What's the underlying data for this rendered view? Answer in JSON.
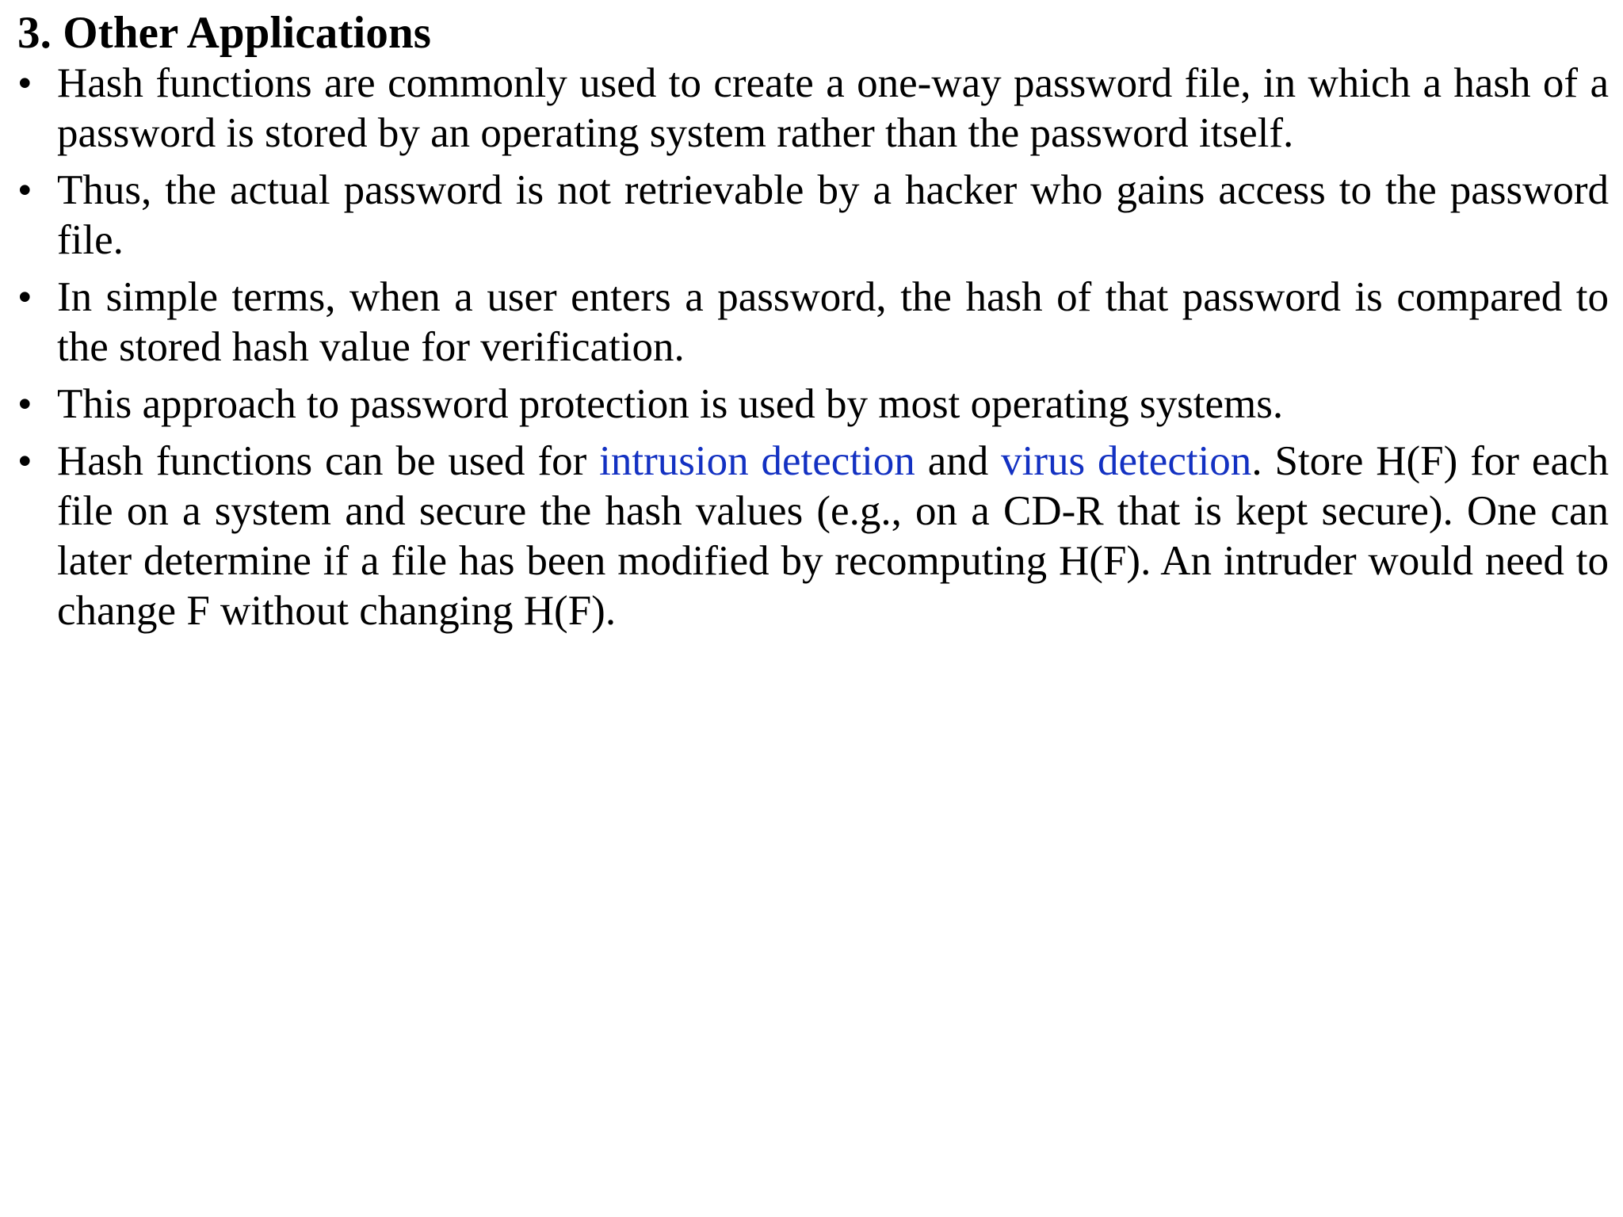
{
  "slide": {
    "title": "3. Other Applications",
    "bullet_marker": "•",
    "accent_color": "#1331C2",
    "text_color": "#000000",
    "background_color": "#FFFFFF",
    "bullets": [
      {
        "id": "bullet-password-file",
        "segments": [
          {
            "text": "Hash functions are commonly used to create a one-way password file, in which a hash of a password is stored by an operating system rather than the password itself.",
            "style": "plain"
          }
        ]
      },
      {
        "id": "bullet-not-retrievable",
        "segments": [
          {
            "text": "Thus, the actual password is not retrievable by a hacker who gains access to the password file.",
            "style": "plain"
          }
        ]
      },
      {
        "id": "bullet-verification",
        "segments": [
          {
            "text": "In simple terms, when a user enters a password, the hash of that password is compared to the stored hash value for verification.",
            "style": "plain"
          }
        ]
      },
      {
        "id": "bullet-most-os",
        "segments": [
          {
            "text": "This approach to password protection is used by most operating systems.",
            "style": "plain"
          }
        ]
      },
      {
        "id": "bullet-intrusion-virus",
        "segments": [
          {
            "text": "Hash functions can be used for ",
            "style": "plain"
          },
          {
            "text": "intrusion detection",
            "style": "link"
          },
          {
            "text": " and ",
            "style": "plain"
          },
          {
            "text": "virus detection",
            "style": "link"
          },
          {
            "text": ". Store H(F) for each file on a system and secure the hash values (e.g., on a CD-R that is kept secure). One can later determine if a file has been modified by recomputing H(F). An intruder would need to change F without changing H(F).",
            "style": "plain"
          }
        ]
      }
    ]
  }
}
